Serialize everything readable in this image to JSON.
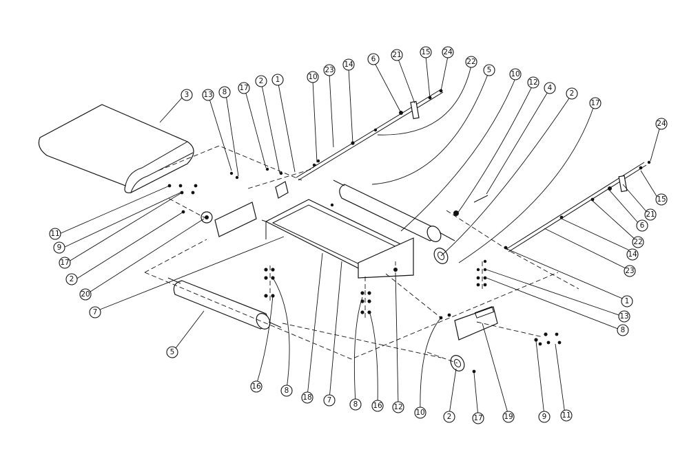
{
  "diagram": {
    "callouts": [
      {
        "id": "c-3",
        "label": "3"
      },
      {
        "id": "c-13a",
        "label": "13"
      },
      {
        "id": "c-8a",
        "label": "8"
      },
      {
        "id": "c-17a",
        "label": "17"
      },
      {
        "id": "c-2a",
        "label": "2"
      },
      {
        "id": "c-1a",
        "label": "1"
      },
      {
        "id": "c-10a",
        "label": "10"
      },
      {
        "id": "c-23a",
        "label": "23"
      },
      {
        "id": "c-14a",
        "label": "14"
      },
      {
        "id": "c-6a",
        "label": "6"
      },
      {
        "id": "c-21a",
        "label": "21"
      },
      {
        "id": "c-15a",
        "label": "15"
      },
      {
        "id": "c-24a",
        "label": "24"
      },
      {
        "id": "c-22a",
        "label": "22"
      },
      {
        "id": "c-5a",
        "label": "5"
      },
      {
        "id": "c-10b",
        "label": "10"
      },
      {
        "id": "c-12a",
        "label": "12"
      },
      {
        "id": "c-4",
        "label": "4"
      },
      {
        "id": "c-2b",
        "label": "2"
      },
      {
        "id": "c-17b",
        "label": "17"
      },
      {
        "id": "c-24b",
        "label": "24"
      },
      {
        "id": "c-15b",
        "label": "15"
      },
      {
        "id": "c-21b",
        "label": "21"
      },
      {
        "id": "c-6b",
        "label": "6"
      },
      {
        "id": "c-22b",
        "label": "22"
      },
      {
        "id": "c-14b",
        "label": "14"
      },
      {
        "id": "c-23b",
        "label": "23"
      },
      {
        "id": "c-1b",
        "label": "1"
      },
      {
        "id": "c-13b",
        "label": "13"
      },
      {
        "id": "c-8b",
        "label": "8"
      },
      {
        "id": "c-11a",
        "label": "11"
      },
      {
        "id": "c-9a",
        "label": "9"
      },
      {
        "id": "c-17c",
        "label": "17"
      },
      {
        "id": "c-2c",
        "label": "2"
      },
      {
        "id": "c-20",
        "label": "20"
      },
      {
        "id": "c-7a",
        "label": "7"
      },
      {
        "id": "c-5b",
        "label": "5"
      },
      {
        "id": "c-16a",
        "label": "16"
      },
      {
        "id": "c-8c",
        "label": "8"
      },
      {
        "id": "c-18",
        "label": "18"
      },
      {
        "id": "c-7b",
        "label": "7"
      },
      {
        "id": "c-8d",
        "label": "8"
      },
      {
        "id": "c-16b",
        "label": "16"
      },
      {
        "id": "c-12b",
        "label": "12"
      },
      {
        "id": "c-10c",
        "label": "10"
      },
      {
        "id": "c-2d",
        "label": "2"
      },
      {
        "id": "c-17d",
        "label": "17"
      },
      {
        "id": "c-19",
        "label": "19"
      },
      {
        "id": "c-9b",
        "label": "9"
      },
      {
        "id": "c-11b",
        "label": "11"
      }
    ]
  }
}
